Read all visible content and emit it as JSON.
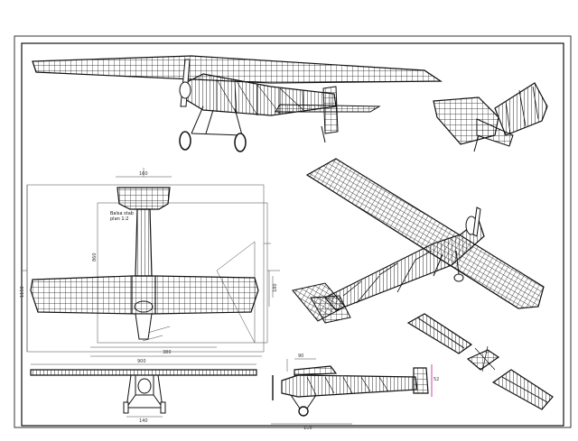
{
  "drawing": {
    "views": [
      "perspective-top",
      "tail-detail",
      "perspective-iso",
      "plan-view",
      "front-view",
      "side-view",
      "wing-parts-exploded"
    ],
    "colors": {
      "line": "#111111",
      "frame": "#333333",
      "background": "#ffffff",
      "accent_dim": "#cc44aa"
    }
  },
  "annotations": {
    "tail_note_line1": "Balsa stab",
    "tail_note_line2": "plan 1:2",
    "dim_span_top": "380",
    "dim_tail_span": "160",
    "dim_overall": "1150",
    "dim_wing_chord": "180",
    "dim_fuselage": "860",
    "dim_front_span": "900",
    "dim_front_gear": "140",
    "dim_side_tail": "52",
    "dim_side_nose": "90",
    "dim_side_len": "150"
  }
}
